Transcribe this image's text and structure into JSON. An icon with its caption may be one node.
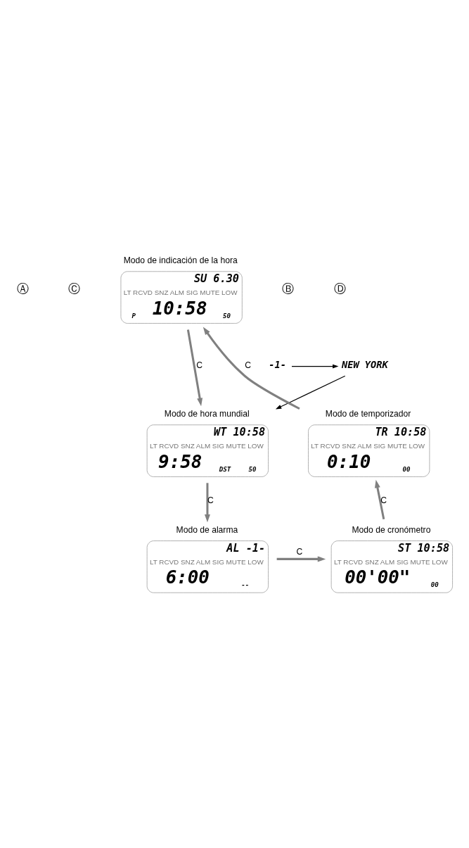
{
  "diagram": {
    "nodes": [
      {
        "text": [
          "Modo de indicación de la hora",
          "SU 6.30",
          "LT RCVD SNZ ALM SIG MUTE LOW",
          "P",
          "10:58",
          "50"
        ]
      },
      {
        "text": [
          "Modo de hora mundial",
          "WT 10:58",
          "LT RCVD SNZ ALM SIG MUTE LOW",
          "9:58",
          "DST",
          "50"
        ]
      },
      {
        "text": [
          "Modo de alarma",
          "AL -1-",
          "LT RCVD SNZ ALM SIG MUTE LOW",
          "6:00",
          "--"
        ]
      },
      {
        "text": [
          "Modo de cronómetro",
          "ST 10:58",
          "LT RCVD SNZ ALM SIG MUTE LOW",
          "00'00\"",
          "00"
        ]
      },
      {
        "text": [
          "Modo de temporizador",
          "TR 10:58",
          "LT RCVD SNZ ALM SIG MUTE LOW",
          "0:10",
          "00"
        ]
      },
      {
        "text": [
          "-1-"
        ]
      },
      {
        "text": [
          "NEW YORK"
        ]
      }
    ],
    "edges": [
      {
        "from": 0,
        "to": 1,
        "arrow": "to",
        "label": "C"
      },
      {
        "from": 1,
        "to": 2,
        "arrow": "to",
        "label": "C"
      },
      {
        "from": 2,
        "to": 3,
        "arrow": "to",
        "label": "C"
      },
      {
        "from": 3,
        "to": 4,
        "arrow": "to",
        "label": "C"
      },
      {
        "from": 4,
        "to": 0,
        "arrow": "to",
        "label": "C"
      },
      {
        "from": 5,
        "to": 6,
        "arrow": "to",
        "color": "#000000"
      },
      {
        "from": 6,
        "to": 1,
        "arrow": "to",
        "color": "#000000"
      }
    ],
    "labels": [
      "Ⓐ",
      "Ⓑ",
      "Ⓒ",
      "Ⓓ"
    ]
  }
}
